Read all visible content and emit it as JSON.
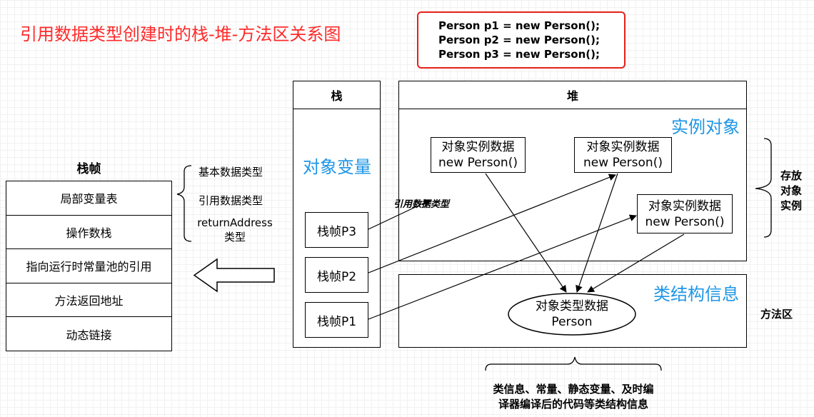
{
  "title": "引用数据类型创建时的栈-堆-方法区关系图",
  "code_lines": [
    "Person p1 = new Person();",
    "Person p2 = new Person();",
    "Person p3 = new Person();"
  ],
  "frame": {
    "title": "栈帧",
    "rows": [
      "局部变量表",
      "操作数栈",
      "指向运行时常量池的引用",
      "方法返回地址",
      "动态链接"
    ]
  },
  "var_types": {
    "basic": "基本数据类型",
    "reference": "引用数据类型",
    "return_line1": "returnAddress",
    "return_line2": "类型"
  },
  "stack": {
    "header": "栈",
    "label": "对象变量",
    "frames": [
      "栈帧P3",
      "栈帧P2",
      "栈帧P1"
    ]
  },
  "heap": {
    "header": "堆",
    "instance_title": "实例对象",
    "instance_line1": "对象实例数据",
    "instance_line2": "new Person()",
    "class_title": "类结构信息",
    "type_line1": "对象类型数据",
    "type_line2": "Person"
  },
  "ref_label": "引用数据类型",
  "store_instance": [
    "存放",
    "对象",
    "实例"
  ],
  "method_area": "方法区",
  "bottom_note": [
    "类信息、常量、静态变量、及时编",
    "译器编译后的代码等类结构信息"
  ],
  "colors": {
    "title": "#ff2a2a",
    "code_border": "#e8201a",
    "accent_blue": "#1e96e6"
  }
}
